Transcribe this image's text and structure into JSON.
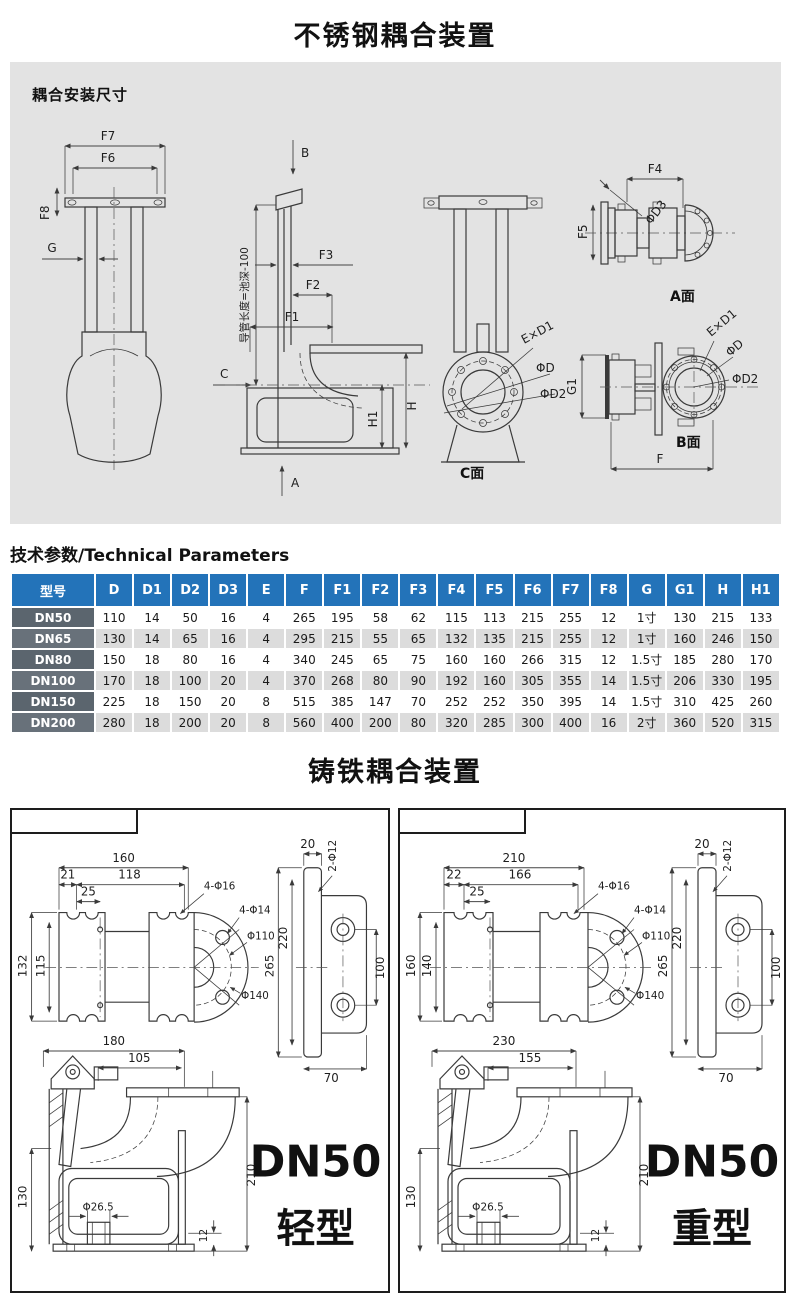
{
  "titles": {
    "stainless": "不锈钢耦合装置",
    "cast_iron": "铸铁耦合装置"
  },
  "install": {
    "heading": "耦合安装尺寸",
    "guide_note": "导管长度=池深-100",
    "views": {
      "a": "A面",
      "b": "B面",
      "c": "C面"
    },
    "dims": {
      "f7": "F7",
      "f6": "F6",
      "f8": "F8",
      "g": "G",
      "b": "B",
      "f3": "F3",
      "f2": "F2",
      "f1": "F1",
      "c": "C",
      "a": "A",
      "h": "H",
      "h1": "H1",
      "exd1": "E×D1",
      "phid": "ΦD",
      "phid2": "ΦD2",
      "f4": "F4",
      "phid3": "ΦD3",
      "f5": "F5",
      "g1": "G1",
      "f": "F"
    }
  },
  "parameters": {
    "heading": "技术参数/Technical Parameters",
    "columns": [
      "型号",
      "D",
      "D1",
      "D2",
      "D3",
      "E",
      "F",
      "F1",
      "F2",
      "F3",
      "F4",
      "F5",
      "F6",
      "F7",
      "F8",
      "G",
      "G1",
      "H",
      "H1"
    ],
    "rows": [
      {
        "model": "DN50",
        "values": [
          "110",
          "14",
          "50",
          "16",
          "4",
          "265",
          "195",
          "58",
          "62",
          "115",
          "113",
          "215",
          "255",
          "12",
          "1寸",
          "130",
          "215",
          "133"
        ]
      },
      {
        "model": "DN65",
        "values": [
          "130",
          "14",
          "65",
          "16",
          "4",
          "295",
          "215",
          "55",
          "65",
          "132",
          "135",
          "215",
          "255",
          "12",
          "1寸",
          "160",
          "246",
          "150"
        ]
      },
      {
        "model": "DN80",
        "values": [
          "150",
          "18",
          "80",
          "16",
          "4",
          "340",
          "245",
          "65",
          "75",
          "160",
          "160",
          "266",
          "315",
          "12",
          "1.5寸",
          "185",
          "280",
          "170"
        ]
      },
      {
        "model": "DN100",
        "values": [
          "170",
          "18",
          "100",
          "20",
          "4",
          "370",
          "268",
          "80",
          "90",
          "192",
          "160",
          "305",
          "355",
          "14",
          "1.5寸",
          "206",
          "330",
          "195"
        ]
      },
      {
        "model": "DN150",
        "values": [
          "225",
          "18",
          "150",
          "20",
          "8",
          "515",
          "385",
          "147",
          "70",
          "252",
          "252",
          "350",
          "395",
          "14",
          "1.5寸",
          "310",
          "425",
          "260"
        ]
      },
      {
        "model": "DN200",
        "values": [
          "280",
          "18",
          "200",
          "20",
          "8",
          "560",
          "400",
          "200",
          "80",
          "320",
          "285",
          "300",
          "400",
          "16",
          "2寸",
          "360",
          "520",
          "315"
        ]
      }
    ]
  },
  "cast_iron": {
    "light": {
      "model": "DN50",
      "type": "轻型",
      "top_dims": {
        "width": "160",
        "left_offset": "21",
        "span": "118",
        "hole_offset": "25",
        "height": "132",
        "inner_height": "115",
        "bolts_claw": "4-Φ16",
        "bolts_flange": "4-Φ14",
        "bolt_circle": "Φ110",
        "flange_od": "Φ140"
      },
      "side_dims": {
        "plate_thk": "20",
        "holes": "2-Φ12",
        "height": "265",
        "inner_height": "220",
        "hole_span": "100",
        "depth": "70"
      },
      "bottom_dims": {
        "width": "180",
        "flange_span": "105",
        "base_height": "130",
        "height": "210",
        "outlet": "Φ26.5",
        "foot": "12"
      }
    },
    "heavy": {
      "model": "DN50",
      "type": "重型",
      "top_dims": {
        "width": "210",
        "left_offset": "22",
        "span": "166",
        "hole_offset": "25",
        "height": "160",
        "inner_height": "140",
        "bolts_claw": "4-Φ16",
        "bolts_flange": "4-Φ14",
        "bolt_circle": "Φ110",
        "flange_od": "Φ140"
      },
      "side_dims": {
        "plate_thk": "20",
        "holes": "2-Φ12",
        "height": "265",
        "inner_height": "220",
        "hole_span": "100",
        "depth": "70"
      },
      "bottom_dims": {
        "width": "230",
        "flange_span": "155",
        "base_height": "130",
        "height": "210",
        "outlet": "Φ26.5",
        "foot": "12"
      }
    }
  },
  "colors": {
    "header_blue": "#2373b9",
    "row_label_gray": "#5b656e",
    "row_alt": "#dcdcdc",
    "panel_gray": "#e3e3e3",
    "line": "#3a3a3a"
  }
}
